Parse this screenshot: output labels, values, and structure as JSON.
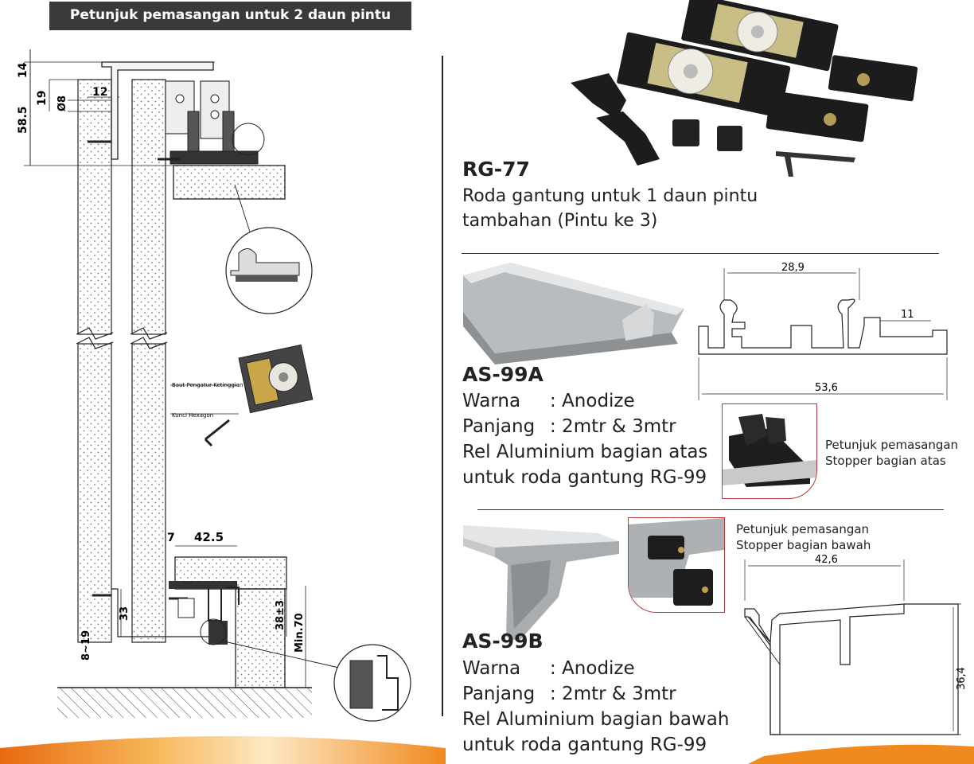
{
  "header": {
    "title": "Petunjuk pemasangan untuk 2 daun pintu"
  },
  "drawing": {
    "dims": {
      "d14": "14",
      "d19": "19",
      "d585": "58.5",
      "d8": "Ø8",
      "d12": "12",
      "d7": "7",
      "d425": "42.5",
      "d33": "33",
      "d819": "8~19",
      "d38": "38±3",
      "dmin70": "Min.70"
    },
    "labels": {
      "baut": "Baut Pengatur Ketinggian",
      "kunci": "Kunci Hexagon"
    }
  },
  "products": {
    "rg77": {
      "code": "RG-77",
      "desc_line1": "Roda gantung untuk 1 daun pintu",
      "desc_line2": "tambahan (Pintu ke 3)"
    },
    "as99a": {
      "code": "AS-99A",
      "warna_label": "Warna",
      "warna_value": ": Anodize",
      "panjang_label": "Panjang",
      "panjang_value": ": 2mtr & 3mtr",
      "desc_line1": "Rel Aluminium bagian atas",
      "desc_line2": "untuk roda gantung RG-99",
      "dim_top": "28,9",
      "dim_right": "11",
      "dim_bottom": "53,6",
      "note_line1": "Petunjuk pemasangan",
      "note_line2": "Stopper bagian atas"
    },
    "as99b": {
      "code": "AS-99B",
      "warna_label": "Warna",
      "warna_value": ": Anodize",
      "panjang_label": "Panjang",
      "panjang_value": ": 2mtr & 3mtr",
      "desc_line1": "Rel Aluminium bagian bawah",
      "desc_line2": "untuk roda gantung RG-99",
      "dim_top": "42,6",
      "dim_side": "36,4",
      "note_line1": "Petunjuk pemasangan",
      "note_line2": "Stopper bagian bawah"
    }
  },
  "colors": {
    "banner": "#3a3a3a",
    "accent": "#f28c1a",
    "frame": "#b83a3a"
  }
}
